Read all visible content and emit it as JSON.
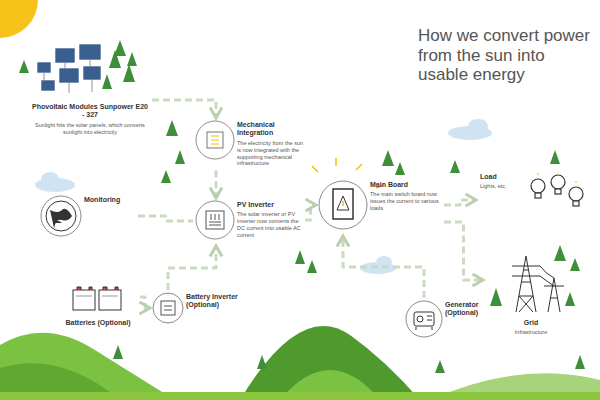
{
  "diagram": {
    "title": "How we convert power from the sun into usable energy",
    "nodes": [
      {
        "text": [
          "Phovoltaic Modules Sunpower E20 - 327",
          "Sunlight hits the solar panels, which converts sunlight into electricity"
        ]
      },
      {
        "text": [
          "Mechanical Integration",
          "The electricity from the sun is now integrated with the supporting mechanical infrastructure"
        ]
      },
      {
        "text": [
          "Monitoring"
        ]
      },
      {
        "text": [
          "PV Inverter",
          "The solar inverter or PV inverter now converts the DC current into usable AC current"
        ]
      },
      {
        "text": [
          "Main Board",
          "The main switch board now issues the current to various loads"
        ]
      },
      {
        "text": [
          "Load",
          "Lights, etc."
        ]
      },
      {
        "text": [
          "Batteries (Optional)"
        ]
      },
      {
        "text": [
          "Battery Inverter (Optional)"
        ]
      },
      {
        "text": [
          "Generator (Optional)"
        ]
      },
      {
        "text": [
          "Grid",
          "Infrastructure"
        ]
      }
    ],
    "edges": [
      {
        "from": 0,
        "to": 1,
        "arrow": "to"
      },
      {
        "from": 1,
        "to": 3,
        "arrow": "to"
      },
      {
        "from": 2,
        "to": 3,
        "arrow": "none"
      },
      {
        "from": 3,
        "to": 4,
        "arrow": "to"
      },
      {
        "from": 4,
        "to": 5,
        "arrow": "to"
      },
      {
        "from": 4,
        "to": 9,
        "arrow": "to"
      },
      {
        "from": 8,
        "to": 4,
        "arrow": "to"
      },
      {
        "from": 6,
        "to": 7,
        "arrow": "to"
      },
      {
        "from": 7,
        "to": 3,
        "arrow": "to"
      }
    ]
  }
}
